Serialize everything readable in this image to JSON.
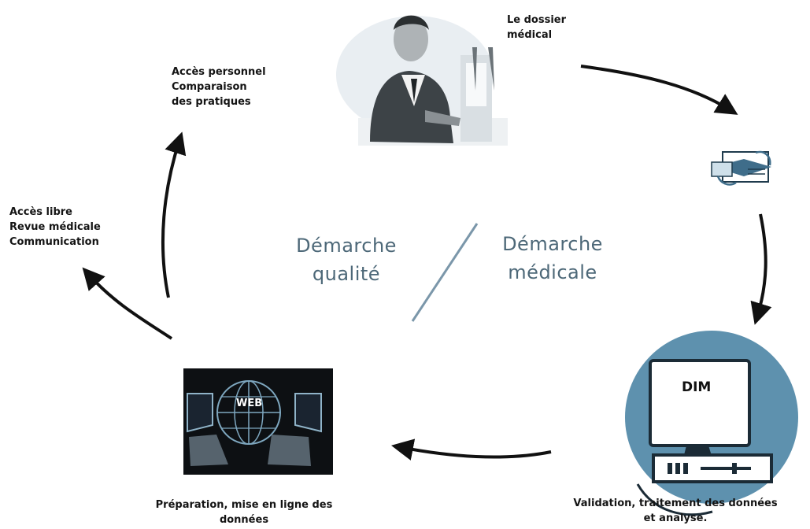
{
  "nodes": {
    "dossier": {
      "lines": [
        "Le dossier",
        "médical"
      ]
    },
    "acces_personnel": {
      "lines": [
        "Accès personnel",
        "Comparaison",
        "des pratiques"
      ]
    },
    "acces_libre": {
      "lines": [
        "Accès libre",
        "Revue médicale",
        "Communication"
      ]
    },
    "preparation": {
      "lines": [
        "Préparation, mise en ligne des",
        "données"
      ]
    },
    "validation": {
      "lines": [
        "Validation, traitement des données",
        "et analyse."
      ]
    }
  },
  "center": {
    "left": {
      "lines": [
        "Démarche",
        "qualité"
      ]
    },
    "right": {
      "lines": [
        "Démarche",
        "médicale"
      ]
    }
  },
  "icons": {
    "web_label": "WEB",
    "dim_label": "DIM"
  },
  "colors": {
    "accent": "#5a8aa6",
    "dark": "#1a1a1a",
    "center_text": "#4d6878",
    "divider": "#7b97aa"
  }
}
